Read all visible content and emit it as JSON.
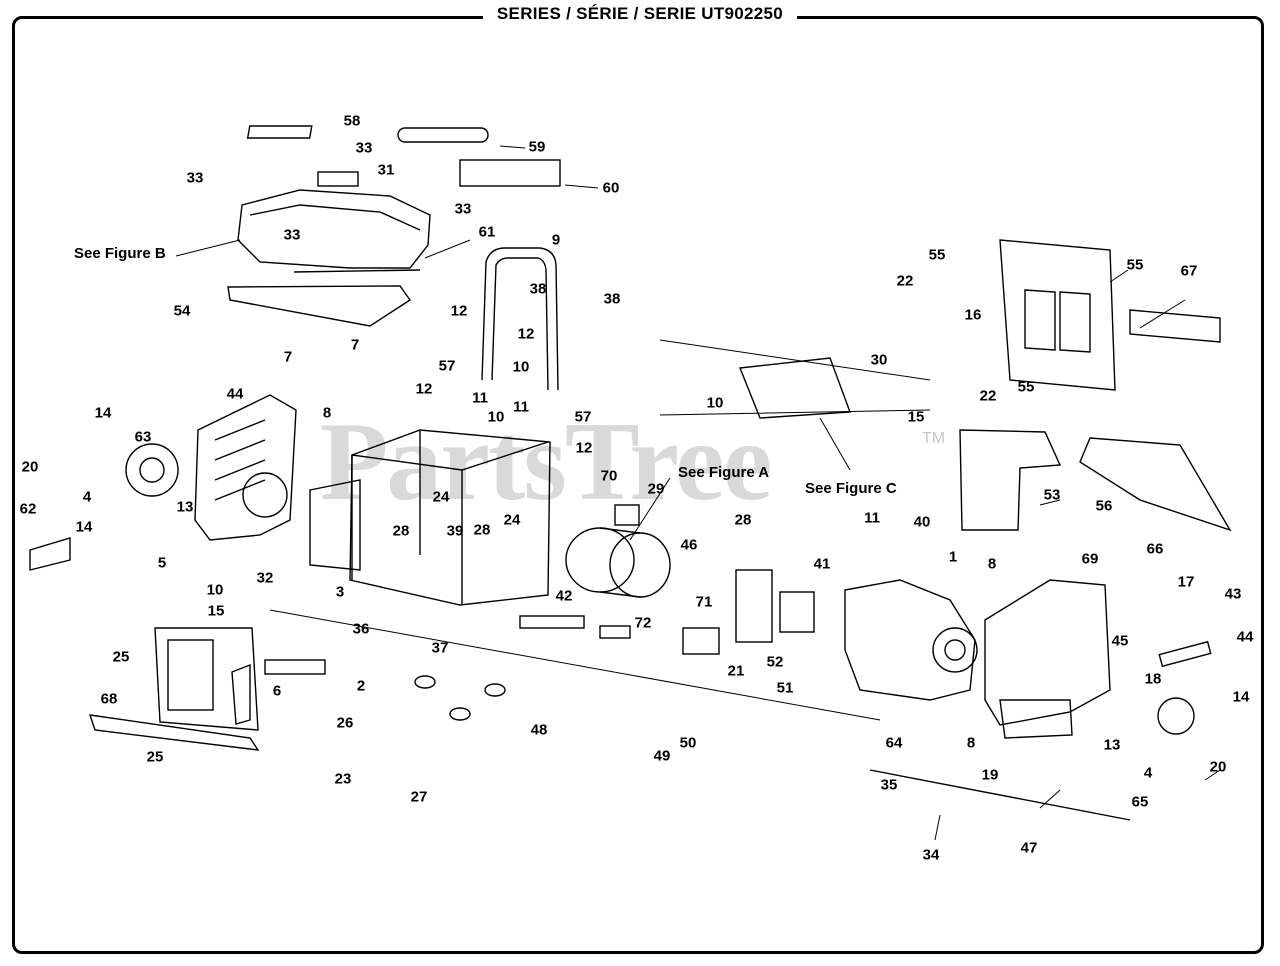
{
  "title": "SERIES / SÉRIE / SERIE UT902250",
  "watermark": "PartsTree",
  "watermark_tm": "TM",
  "figure_refs": {
    "b": "See Figure B",
    "a": "See Figure A",
    "c": "See Figure C"
  },
  "labels": [
    "58",
    "59",
    "60",
    "33",
    "31",
    "33",
    "33",
    "33",
    "61",
    "9",
    "54",
    "38",
    "38",
    "12",
    "12",
    "7",
    "7",
    "57",
    "11",
    "10",
    "10",
    "10",
    "11",
    "57",
    "12",
    "12",
    "14",
    "44",
    "8",
    "63",
    "20",
    "4",
    "13",
    "14",
    "62",
    "5",
    "24",
    "24",
    "28",
    "39",
    "28",
    "70",
    "29",
    "10",
    "15",
    "30",
    "15",
    "55",
    "55",
    "22",
    "67",
    "16",
    "55",
    "22",
    "53",
    "56",
    "11",
    "40",
    "28",
    "46",
    "1",
    "8",
    "69",
    "66",
    "17",
    "43",
    "44",
    "41",
    "32",
    "3",
    "42",
    "72",
    "71",
    "21",
    "52",
    "51",
    "36",
    "37",
    "25",
    "6",
    "2",
    "26",
    "68",
    "25",
    "23",
    "27",
    "48",
    "49",
    "50",
    "64",
    "8",
    "19",
    "45",
    "18",
    "13",
    "14",
    "4",
    "20",
    "35",
    "34",
    "47",
    "65"
  ]
}
